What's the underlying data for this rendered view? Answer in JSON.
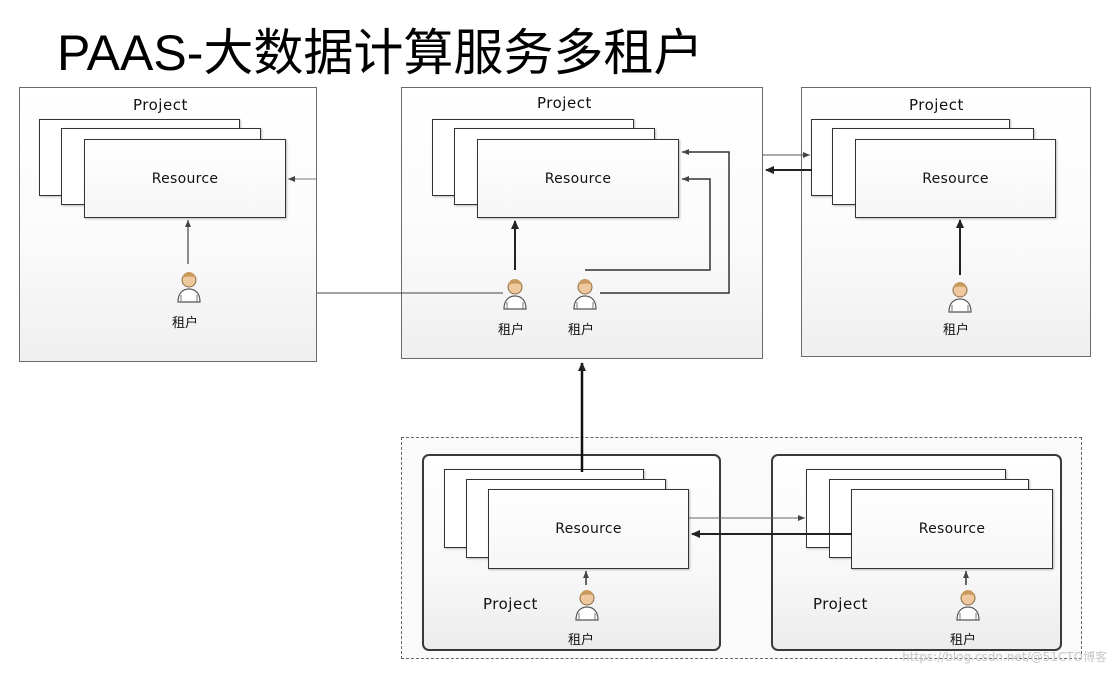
{
  "title": "PAAS-大数据计算服务多租户",
  "project_label": "Project",
  "resource_label": "Resource",
  "tenant_label": "租户",
  "watermark": "https://blog.csdn.net/@51CTO博客",
  "colors": {
    "border": "#6b6b6b",
    "line": "#333333",
    "person_head": "#f0c8a0",
    "person_body": "#ffffff"
  }
}
